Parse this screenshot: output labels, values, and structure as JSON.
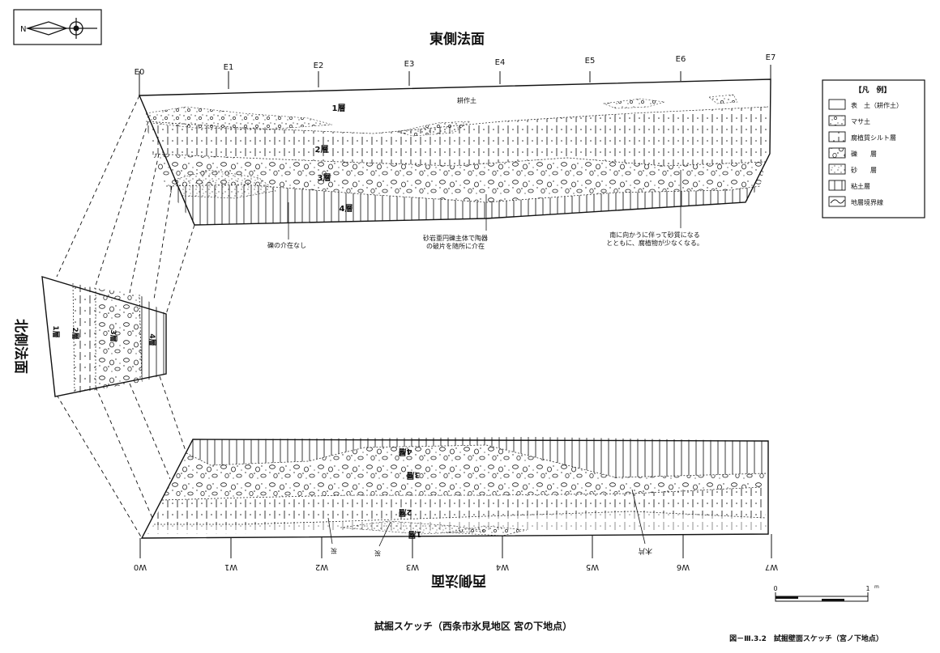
{
  "east": {
    "title": "東側法面",
    "stakes": [
      "E0",
      "E1",
      "E2",
      "E3",
      "E4",
      "E5",
      "E6",
      "E7"
    ],
    "layers": {
      "l1": "1層",
      "l2": "2層",
      "l3": "3層",
      "l4": "4層"
    },
    "topsoil_label": "耕作土",
    "notes": {
      "n1": "礫の介在なし",
      "n2a": "砂岩亜円礫主体で陶器",
      "n2b": "の破片を随所に介在",
      "n3a": "南に向かうに伴って砂質になる",
      "n3b": "とともに、腐植物が少なくなる。"
    }
  },
  "north": {
    "title": "北側法面",
    "layers": {
      "l1": "1層",
      "l2": "2層",
      "l3": "3層",
      "l4": "4層"
    }
  },
  "west": {
    "title": "西側法面",
    "stakes": [
      "W0",
      "W1",
      "W2",
      "W3",
      "W4",
      "W5",
      "W6",
      "W7"
    ],
    "layers": {
      "l1": "1層",
      "l2": "2層",
      "l4": "4層"
    },
    "marks": {
      "m1": "炭",
      "m2": "炭",
      "m3": "木片"
    }
  },
  "legend": {
    "title": "【凡　例】",
    "items": [
      {
        "label": "表　土（耕作土）",
        "pattern": "blank"
      },
      {
        "label": "マサ土",
        "pattern": "masa"
      },
      {
        "label": "腐植質シルト層",
        "pattern": "silt"
      },
      {
        "label": "礫　　層",
        "pattern": "gravel"
      },
      {
        "label": "砂　　層",
        "pattern": "sand"
      },
      {
        "label": "粘土層",
        "pattern": "clay"
      },
      {
        "label": "地層境界線",
        "pattern": "boundary"
      }
    ]
  },
  "scale": {
    "zero": "0",
    "one": "1",
    "unit": "m"
  },
  "caption_main": "試掘スケッチ（西条市氷見地区 宮の下地点）",
  "caption_fig": "図－Ⅲ.3.2　試掘壁面スケッチ（宮ノ下地点）"
}
